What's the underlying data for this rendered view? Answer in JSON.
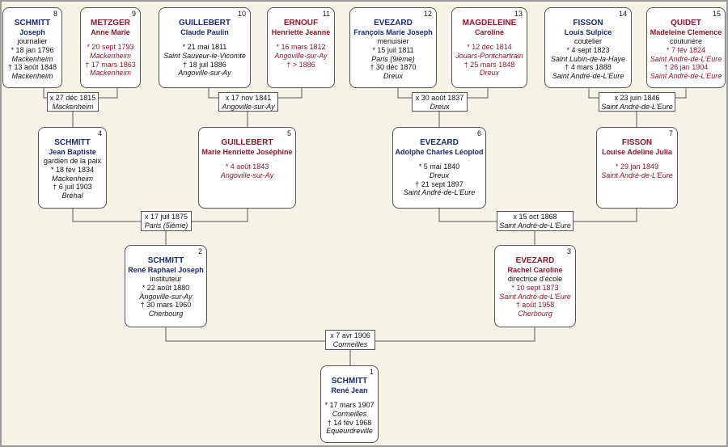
{
  "colors": {
    "background": "#f5f2e6",
    "male": "#1a2a6c",
    "female": "#8a1a2c",
    "line": "#555555"
  },
  "persons": {
    "p1": {
      "num": "1",
      "name": "SCHMITT",
      "given": "René Jean",
      "occupation": "",
      "birth": "* 17 mars 1907",
      "birth_place": "Cormeilles",
      "death": "† 14 fév 1968",
      "death_place": "Equeurdreville"
    },
    "p2": {
      "num": "2",
      "name": "SCHMITT",
      "given": "René Raphael Joseph",
      "occupation": "instituteur",
      "birth": "* 22 août 1880",
      "birth_place": "Angoville-sur-Ay",
      "death": "† 30 mars 1960",
      "death_place": "Cherbourg"
    },
    "p3": {
      "num": "3",
      "name": "EVEZARD",
      "given": "Rachel Caroline",
      "occupation": "directrice d'école",
      "birth": "* 10 sept 1873",
      "birth_place": "Saint André-de-L'Eure",
      "death": "† août 1958",
      "death_place": "Cherbourg"
    },
    "p4": {
      "num": "4",
      "name": "SCHMITT",
      "given": "Jean Baptiste",
      "occupation": "gardien de la paix",
      "birth": "* 18 fév 1834",
      "birth_place": "Mackenheim",
      "death": "† 6 juil 1903",
      "death_place": "Bréhal"
    },
    "p5": {
      "num": "5",
      "name": "GUILLEBERT",
      "given": "Marie Henriette Joséphine",
      "occupation": "",
      "birth": "* 4 août 1843",
      "birth_place": "Angoville-sur-Ay",
      "death": "",
      "death_place": ""
    },
    "p6": {
      "num": "6",
      "name": "EVEZARD",
      "given": "Adolphe Charles Léoplod",
      "occupation": "",
      "birth": "* 5 mai 1840",
      "birth_place": "Dreux",
      "death": "† 21 sept 1897",
      "death_place": "Saint André-de-L'Eure"
    },
    "p7": {
      "num": "7",
      "name": "FISSON",
      "given": "Louise Adeline Julia",
      "occupation": "",
      "birth": "* 29 jan 1849",
      "birth_place": "Saint André-de-L'Eure",
      "death": "",
      "death_place": ""
    },
    "p8": {
      "num": "8",
      "name": "SCHMITT",
      "given": "Joseph",
      "occupation": "journalier",
      "birth": "* 18 jan 1796",
      "birth_place": "Mackenheim",
      "death": "† 13 août 1848",
      "death_place": "Mackenheim"
    },
    "p9": {
      "num": "9",
      "name": "METZGER",
      "given": "Anne Marie",
      "occupation": "",
      "birth": "* 20 sept 1793",
      "birth_place": "Mackenheim",
      "death": "† 17 mars 1863",
      "death_place": "Mackenheim"
    },
    "p10": {
      "num": "10",
      "name": "GUILLEBERT",
      "given": "Claude Paulin",
      "occupation": "",
      "birth": "* 21 mai 1811",
      "birth_place": "Saint Sauveur-le-Vicomte",
      "death": "† 18 juil 1886",
      "death_place": "Angoville-sur-Ay"
    },
    "p11": {
      "num": "11",
      "name": "ERNOUF",
      "given": "Henriette Jeanne",
      "occupation": "",
      "birth": "* 16 mars 1812",
      "birth_place": "Angoville-sur-Ay",
      "death": "† > 1886",
      "death_place": ""
    },
    "p12": {
      "num": "12",
      "name": "EVEZARD",
      "given": "François Marie Joseph",
      "occupation": "menuisier",
      "birth": "* 15 juil 1811",
      "birth_place": "Paris (9ième)",
      "death": "† 30 déc 1870",
      "death_place": "Dreux"
    },
    "p13": {
      "num": "13",
      "name": "MAGDELEINE",
      "given": "Caroline",
      "occupation": "",
      "birth": "* 12 déc 1814",
      "birth_place": "Jouars-Pontchartrain",
      "death": "† 25 mars 1848",
      "death_place": "Dreux"
    },
    "p14": {
      "num": "14",
      "name": "FISSON",
      "given": "Louis Sulpice",
      "occupation": "coutelier",
      "birth": "* 4 sept 1823",
      "birth_place": "Saint Lubin-de-la-Haye",
      "death": "† 4 mars 1888",
      "death_place": "Saint André-de-L'Eure"
    },
    "p15": {
      "num": "15",
      "name": "QUIDET",
      "given": "Madeleine Clemence",
      "occupation": "couturière",
      "birth": "* 7 fév 1824",
      "birth_place": "Saint André-de-L'Eure",
      "death": "† 26 jan 1904",
      "death_place": "Saint André-de-L'Eure"
    }
  },
  "marriages": {
    "m1": {
      "date": "x 7 avr 1906",
      "place": "Cormeilles"
    },
    "m2": {
      "date": "x 17 juil 1875",
      "place": "Paris (5ième)"
    },
    "m3": {
      "date": "x 15 oct 1868",
      "place": "Saint André-de-L'Eure"
    },
    "m4": {
      "date": "x 27 déc 1815",
      "place": "Mackenheim"
    },
    "m5": {
      "date": "x 17 nov 1841",
      "place": "Angoville-sur-Ay"
    },
    "m6": {
      "date": "x 30 août 1837",
      "place": "Dreux"
    },
    "m7": {
      "date": "x 23 juin 1846",
      "place": "Saint André-de-L'Eure"
    }
  }
}
